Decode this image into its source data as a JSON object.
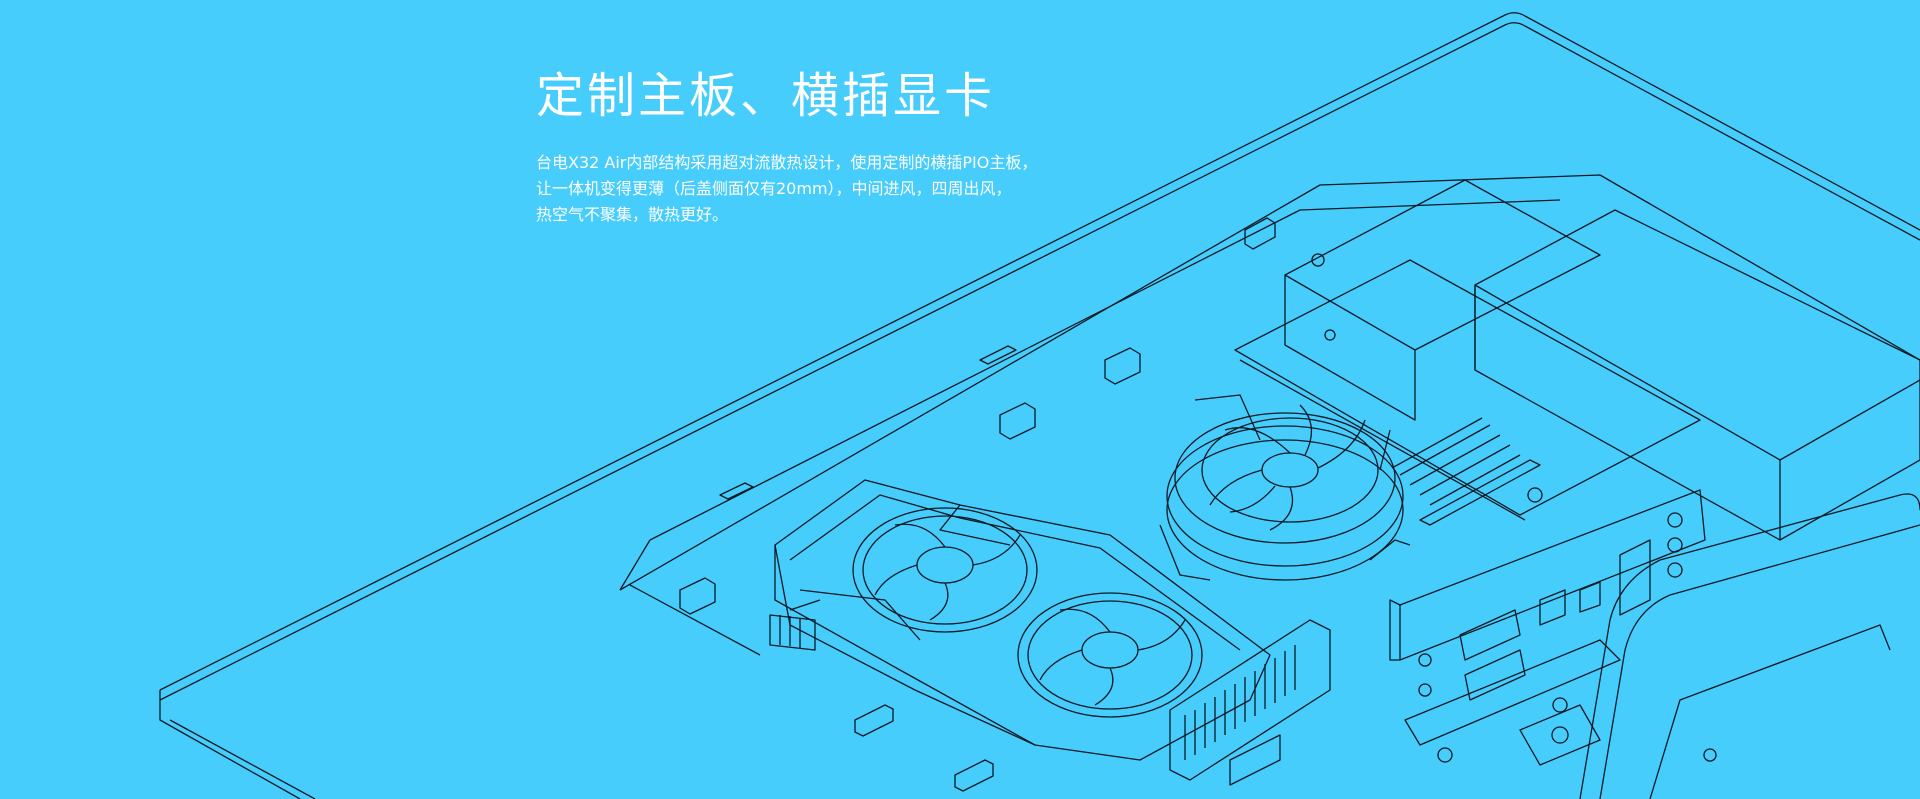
{
  "hero": {
    "title": "定制主板、横插显卡",
    "description_lines": [
      "台电X32 Air内部结构采用超对流散热设计，使用定制的横插PIO主板，",
      "让一体机变得更薄（后盖侧面仅有20mm），中间进风，四周出风，",
      "热空气不聚集，散热更好。"
    ]
  },
  "colors": {
    "background": "#47cdfc",
    "line_art": "#0a1a26",
    "text": "#ffffff"
  }
}
